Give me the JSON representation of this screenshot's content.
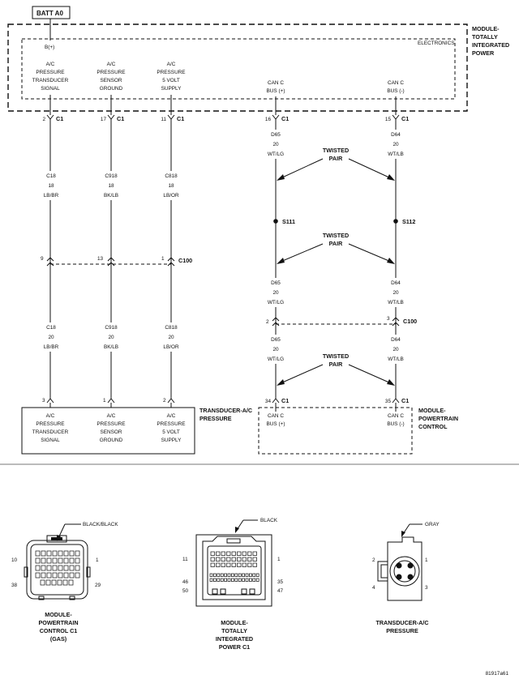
{
  "batt": "BATT A0",
  "module_tip": {
    "name": [
      "MODULE-",
      "TOTALLY",
      "INTEGRATED",
      "POWER"
    ],
    "electronics": "ELECTRONICS",
    "bplus": "B(+)",
    "pins": [
      {
        "label": [
          "A/C",
          "PRESSURE",
          "TRANSDUCER",
          "SIGNAL"
        ],
        "pin": "2",
        "conn": "C1"
      },
      {
        "label": [
          "A/C",
          "PRESSURE",
          "SENSOR",
          "GROUND"
        ],
        "pin": "17",
        "conn": "C1"
      },
      {
        "label": [
          "A/C",
          "PRESSURE",
          "5 VOLT",
          "SUPPLY"
        ],
        "pin": "11",
        "conn": "C1"
      },
      {
        "label": [
          "CAN C",
          "BUS (+)"
        ],
        "pin": "16",
        "conn": "C1"
      },
      {
        "label": [
          "CAN C",
          "BUS (-)"
        ],
        "pin": "15",
        "conn": "C1"
      }
    ]
  },
  "wires_upper": [
    [
      "C18",
      "18",
      "LB/BR"
    ],
    [
      "C918",
      "18",
      "BK/LB"
    ],
    [
      "C818",
      "18",
      "LB/OR"
    ],
    [
      "D65",
      "20",
      "WT/LG"
    ],
    [
      "D64",
      "20",
      "WT/LB"
    ]
  ],
  "wires_lower": [
    [
      "C18",
      "20",
      "LB/BR"
    ],
    [
      "C918",
      "20",
      "BK/LB"
    ],
    [
      "C818",
      "20",
      "LB/OR"
    ]
  ],
  "can_wires": [
    [
      "D65",
      "20",
      "WT/LG"
    ],
    [
      "D64",
      "20",
      "WT/LB"
    ],
    [
      "D65",
      "20",
      "WT/LG"
    ],
    [
      "D64",
      "20",
      "WT/LB"
    ]
  ],
  "twisted_pair": [
    "TWISTED",
    "PAIR"
  ],
  "splices": [
    "S111",
    "S112"
  ],
  "c100": {
    "name": "C100",
    "pins": [
      "9",
      "13",
      "1",
      "2",
      "3"
    ]
  },
  "transducer": {
    "name": [
      "TRANSDUCER-A/C",
      "PRESSURE"
    ],
    "pins": [
      "3",
      "1",
      "2"
    ],
    "labels": [
      [
        "A/C",
        "PRESSURE",
        "TRANSDUCER",
        "SIGNAL"
      ],
      [
        "A/C",
        "PRESSURE",
        "SENSOR",
        "GROUND"
      ],
      [
        "A/C",
        "PRESSURE",
        "5 VOLT",
        "SUPPLY"
      ]
    ]
  },
  "pcm": {
    "name": [
      "MODULE-",
      "POWERTRAIN",
      "CONTROL"
    ],
    "pins": [
      {
        "pin": "34",
        "conn": "C1",
        "label": [
          "CAN C",
          "BUS (+)"
        ]
      },
      {
        "pin": "35",
        "conn": "C1",
        "label": [
          "CAN C",
          "BUS (-)"
        ]
      }
    ]
  },
  "connectors": [
    {
      "callout": "BLACK/BLACK",
      "pins": [
        "10",
        "1",
        "38",
        "29"
      ],
      "title": [
        "MODULE-",
        "POWERTRAIN",
        "CONTROL C1",
        "(GAS)"
      ]
    },
    {
      "callout": "BLACK",
      "pins": [
        "11",
        "1",
        "46",
        "50",
        "35",
        "47"
      ],
      "title": [
        "MODULE-",
        "TOTALLY",
        "INTEGRATED",
        "POWER C1"
      ]
    },
    {
      "callout": "GRAY",
      "pins": [
        "2",
        "1",
        "4",
        "3"
      ],
      "title": [
        "TRANSDUCER-A/C",
        "PRESSURE"
      ]
    }
  ],
  "figure_id": "81917a61"
}
